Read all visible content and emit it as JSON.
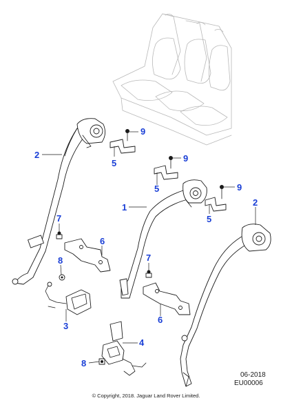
{
  "callouts": {
    "c1": "1",
    "c2a": "2",
    "c2b": "2",
    "c3": "3",
    "c4": "4",
    "c5a": "5",
    "c5b": "5",
    "c5c": "5",
    "c6a": "6",
    "c6b": "6",
    "c7a": "7",
    "c7b": "7",
    "c8a": "8",
    "c8b": "8",
    "c9a": "9",
    "c9b": "9",
    "c9c": "9"
  },
  "meta": {
    "date": "06-2018",
    "code": "EU00006"
  },
  "footer": {
    "copyright": "© Copyright, 2018. Jaguar Land Rover Limited."
  },
  "colors": {
    "callout": "#1a3fd6",
    "line": "#1a1a1a",
    "seat": "#b8b8b8"
  }
}
